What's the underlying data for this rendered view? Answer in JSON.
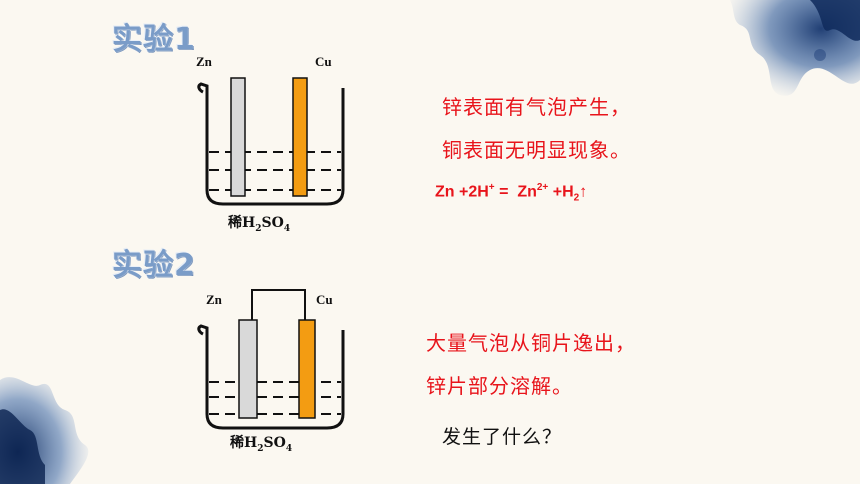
{
  "experiment1": {
    "heading": "实验1",
    "zn_label": "Zn",
    "cu_label": "Cu",
    "solution_prefix": "稀H",
    "solution_sub1": "2",
    "solution_mid": "SO",
    "solution_sub2": "4",
    "observation_line1": "锌表面有气泡产生，",
    "observation_line2": "铜表面无明显现象。",
    "equation": {
      "part1": "Zn +2H",
      "sup1": "+",
      "part2": " =  Zn",
      "sup2": "2+",
      "part3": " +H",
      "sub1": "2",
      "part4": "↑"
    }
  },
  "experiment2": {
    "heading": "实验2",
    "zn_label": "Zn",
    "cu_label": "Cu",
    "solution_prefix": "稀H",
    "solution_sub1": "2",
    "solution_mid": "SO",
    "solution_sub2": "4",
    "observation_line1": "大量气泡从铜片逸出，",
    "observation_line2": "锌片部分溶解。",
    "question": "发生了什么？"
  },
  "colors": {
    "observation": "#e8141b",
    "copper_electrode": "#f39c12",
    "zinc_electrode": "#d9d9d9",
    "heading": "#7a9cc8",
    "ink_decoration": "#1f3f7a"
  }
}
